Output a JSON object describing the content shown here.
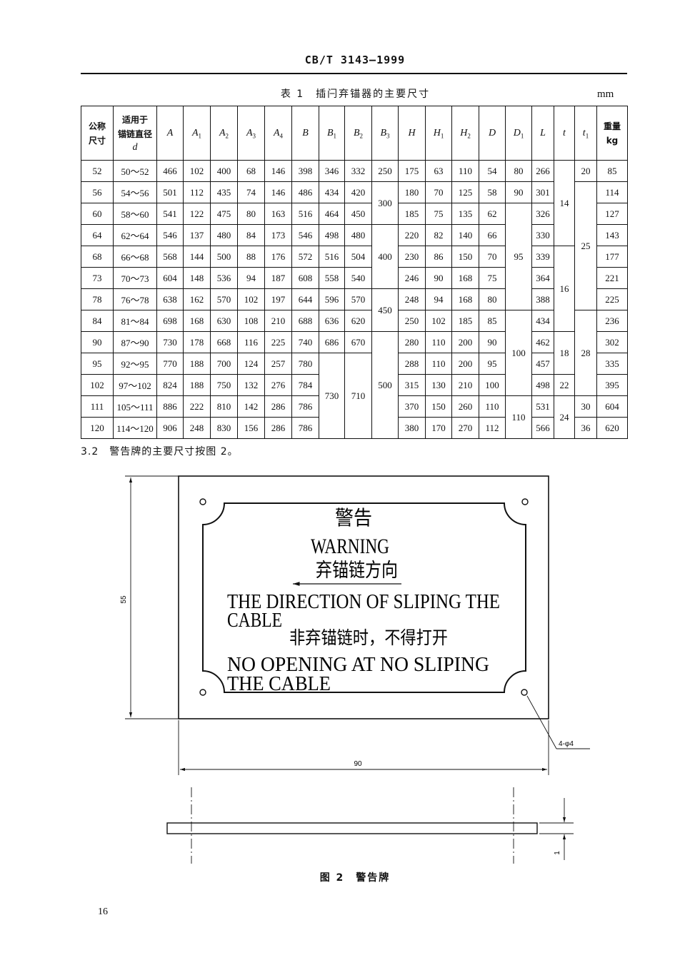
{
  "header": {
    "standard_code": "CB/T 3143—1999"
  },
  "table": {
    "caption": "表 1　插闩弃锚器的主要尺寸",
    "unit": "mm",
    "columns": [
      {
        "lines": [
          "公称",
          "尺寸"
        ]
      },
      {
        "lines": [
          "适用于",
          "锚链直径"
        ],
        "var": "d"
      },
      {
        "var": "A"
      },
      {
        "var": "A",
        "sub": "1"
      },
      {
        "var": "A",
        "sub": "2"
      },
      {
        "var": "A",
        "sub": "3"
      },
      {
        "var": "A",
        "sub": "4"
      },
      {
        "var": "B"
      },
      {
        "var": "B",
        "sub": "1"
      },
      {
        "var": "B",
        "sub": "2"
      },
      {
        "var": "B",
        "sub": "3"
      },
      {
        "var": "H"
      },
      {
        "var": "H",
        "sub": "1"
      },
      {
        "var": "H",
        "sub": "2"
      },
      {
        "var": "D"
      },
      {
        "var": "D",
        "sub": "1"
      },
      {
        "var": "L"
      },
      {
        "var": "t"
      },
      {
        "var": "t",
        "sub": "1"
      },
      {
        "lines": [
          "重量",
          "kg"
        ]
      }
    ],
    "rows": [
      [
        "52",
        "50～52",
        "466",
        "102",
        "400",
        "68",
        "146",
        "398",
        "346",
        "332",
        "250",
        "175",
        "63",
        "110",
        "54",
        "80",
        "266",
        "14",
        "20",
        "85"
      ],
      [
        "56",
        "54～56",
        "501",
        "112",
        "435",
        "74",
        "146",
        "486",
        "434",
        "420",
        "300",
        "180",
        "70",
        "125",
        "58",
        "90",
        "301",
        null,
        "25",
        "114"
      ],
      [
        "60",
        "58～60",
        "541",
        "122",
        "475",
        "80",
        "163",
        "516",
        "464",
        "450",
        null,
        "185",
        "75",
        "135",
        "62",
        "95",
        "326",
        null,
        null,
        "127"
      ],
      [
        "64",
        "62～64",
        "546",
        "137",
        "480",
        "84",
        "173",
        "546",
        "498",
        "480",
        "400",
        "220",
        "82",
        "140",
        "66",
        null,
        "330",
        null,
        null,
        "143"
      ],
      [
        "68",
        "66～68",
        "568",
        "144",
        "500",
        "88",
        "176",
        "572",
        "516",
        "504",
        null,
        "230",
        "86",
        "150",
        "70",
        null,
        "339",
        "16",
        null,
        "177"
      ],
      [
        "73",
        "70～73",
        "604",
        "148",
        "536",
        "94",
        "187",
        "608",
        "558",
        "540",
        null,
        "246",
        "90",
        "168",
        "75",
        null,
        "364",
        null,
        null,
        "221"
      ],
      [
        "78",
        "76～78",
        "638",
        "162",
        "570",
        "102",
        "197",
        "644",
        "596",
        "570",
        "450",
        "248",
        "94",
        "168",
        "80",
        null,
        "388",
        null,
        null,
        "225"
      ],
      [
        "84",
        "81～84",
        "698",
        "168",
        "630",
        "108",
        "210",
        "688",
        "636",
        "620",
        null,
        "250",
        "102",
        "185",
        "85",
        "100",
        "434",
        null,
        "28",
        "236"
      ],
      [
        "90",
        "87～90",
        "730",
        "178",
        "668",
        "116",
        "225",
        "740",
        "686",
        "670",
        "500",
        "280",
        "110",
        "200",
        "90",
        null,
        "462",
        "18",
        null,
        "302"
      ],
      [
        "95",
        "92～95",
        "770",
        "188",
        "700",
        "124",
        "257",
        "780",
        "730",
        "710",
        null,
        "288",
        "110",
        "200",
        "95",
        null,
        "457",
        null,
        null,
        "335"
      ],
      [
        "102",
        "97～102",
        "824",
        "188",
        "750",
        "132",
        "276",
        "784",
        null,
        null,
        null,
        "315",
        "130",
        "210",
        "100",
        null,
        "498",
        "22",
        null,
        "395"
      ],
      [
        "111",
        "105～111",
        "886",
        "222",
        "810",
        "142",
        "286",
        "786",
        null,
        null,
        null,
        "370",
        "150",
        "260",
        "110",
        "110",
        "531",
        "24",
        "30",
        "604"
      ],
      [
        "120",
        "114～120",
        "906",
        "248",
        "830",
        "156",
        "286",
        "786",
        null,
        null,
        null,
        "380",
        "170",
        "270",
        "112",
        null,
        "566",
        null,
        "36",
        "620"
      ]
    ]
  },
  "section": {
    "text": "3.2　警告牌的主要尺寸按图 2。"
  },
  "figure": {
    "plate": {
      "title_cn": "警告",
      "title_en": "WARNING",
      "direction_cn": "弃锚链方向",
      "direction_en_1": "THE DIRECTION OF SLIPING THE",
      "direction_en_2": "CABLE",
      "notice_cn": "非弃锚链时，不得打开",
      "notice_en_1": "NO OPENING AT NO SLIPING",
      "notice_en_2": "THE CABLE"
    },
    "dim_height": "55",
    "dim_width": "90",
    "hole_note": "4-φ4",
    "dim_thickness": "1",
    "caption": "图 2　警告牌"
  },
  "page_number": "16"
}
